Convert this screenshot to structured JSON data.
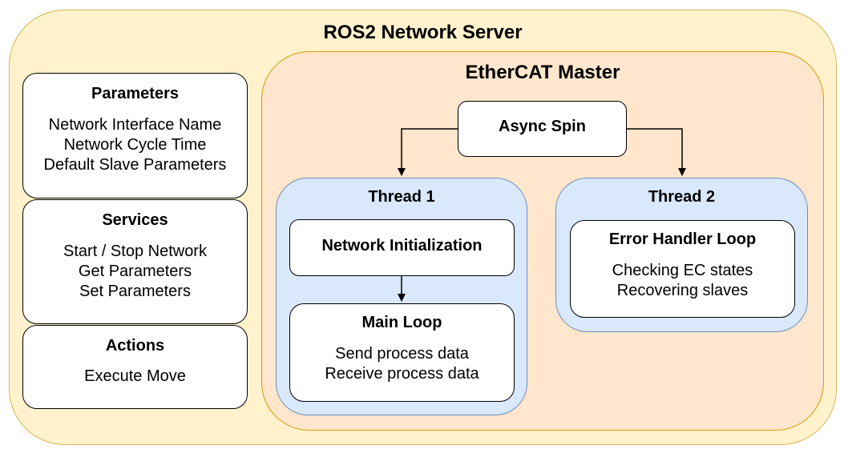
{
  "server": {
    "title": "ROS2 Network Server"
  },
  "parameters": {
    "title": "Parameters",
    "items": [
      "Network Interface Name",
      "Network Cycle Time",
      "Default Slave Parameters"
    ]
  },
  "services": {
    "title": "Services",
    "items": [
      "Start / Stop Network",
      "Get Parameters",
      "Set Parameters"
    ]
  },
  "actions": {
    "title": "Actions",
    "items": [
      "Execute Move"
    ]
  },
  "master": {
    "title": "EtherCAT Master",
    "async_spin": "Async Spin",
    "thread1": {
      "title": "Thread 1",
      "init": "Network Initialization",
      "main_loop": {
        "title": "Main Loop",
        "items": [
          "Send process data",
          "Receive process data"
        ]
      }
    },
    "thread2": {
      "title": "Thread 2",
      "error_loop": {
        "title": "Error Handler Loop",
        "items": [
          "Checking EC states",
          "Recovering slaves"
        ]
      }
    }
  },
  "colors": {
    "server_fill": "#fff2cc",
    "server_stroke": "#d6b656",
    "master_fill": "#ffe6cc",
    "master_stroke": "#d79b00",
    "thread_fill": "#dae8fc",
    "thread_stroke": "#6c8ebf"
  }
}
